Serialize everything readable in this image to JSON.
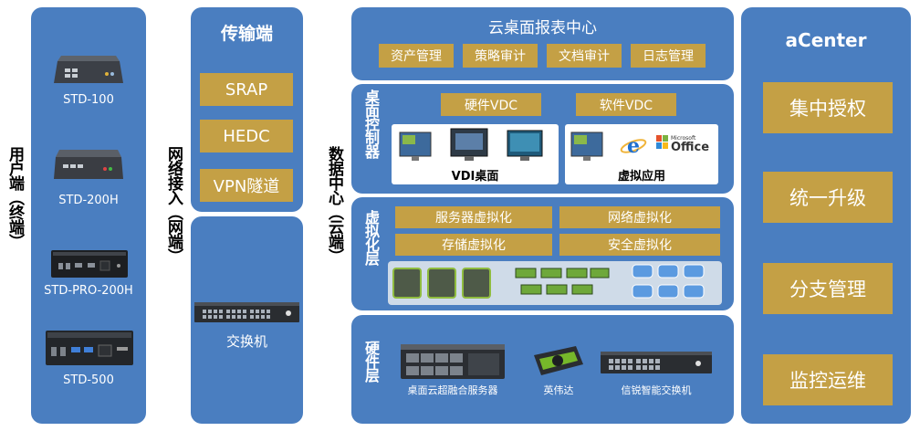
{
  "left_side": {
    "title": "用户端（终端）",
    "devices": [
      "STD-100",
      "STD-200H",
      "STD-PRO-200H",
      "STD-500"
    ]
  },
  "network_side": {
    "title": "网络接入（网端）",
    "transport_title": "传输端",
    "transport_items": [
      "SRAP",
      "HEDC",
      "VPN隧道"
    ],
    "switch_label": "交换机"
  },
  "cloud_side": {
    "title": "数据中心（云端）",
    "report": {
      "title": "云桌面报表中心",
      "items": [
        "资产管理",
        "策略审计",
        "文档审计",
        "日志管理"
      ]
    },
    "controller": {
      "title": "桌面控制器",
      "hardware_vdc": "硬件VDC",
      "software_vdc": "软件VDC",
      "vdi_label": "VDI桌面",
      "app_label": "虚拟应用",
      "office_small": "Microsoft",
      "office_big": "Office"
    },
    "virtual": {
      "title": "虚拟化层",
      "items": [
        "服务器虚拟化",
        "网络虚拟化",
        "存储虚拟化",
        "安全虚拟化"
      ]
    },
    "hardware": {
      "title": "硬件层",
      "items": [
        "桌面云超融合服务器",
        "英伟达",
        "信锐智能交换机"
      ]
    }
  },
  "acenter": {
    "title": "aCenter",
    "items": [
      "集中授权",
      "统一升级",
      "分支管理",
      "监控运维"
    ]
  },
  "colors": {
    "panel": "#4a7ec0",
    "gold": "#c4a045",
    "white": "#ffffff"
  }
}
